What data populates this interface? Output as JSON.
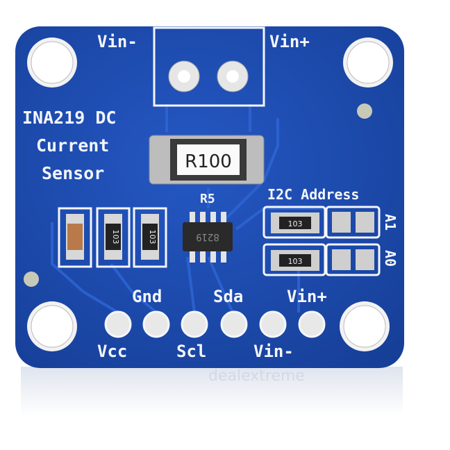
{
  "board": {
    "title_lines": [
      "INA219 DC",
      "Current",
      "Sensor"
    ],
    "terminal_labels": {
      "left": "Vin-",
      "right": "Vin+"
    },
    "shunt_resistor": "R100",
    "shunt_designator": "R5",
    "chip_marking": "8219",
    "smd_resistor_marking": "103",
    "i2c_label": "I2C Address",
    "address_labels": [
      "A1",
      "A0"
    ],
    "pin_labels_top": [
      "Gnd",
      "Sda",
      "Vin+"
    ],
    "pin_labels_bottom": [
      "Vcc",
      "Scl",
      "Vin-"
    ],
    "pcb_color": "#1f4fb4"
  },
  "watermark": "dealextreme"
}
